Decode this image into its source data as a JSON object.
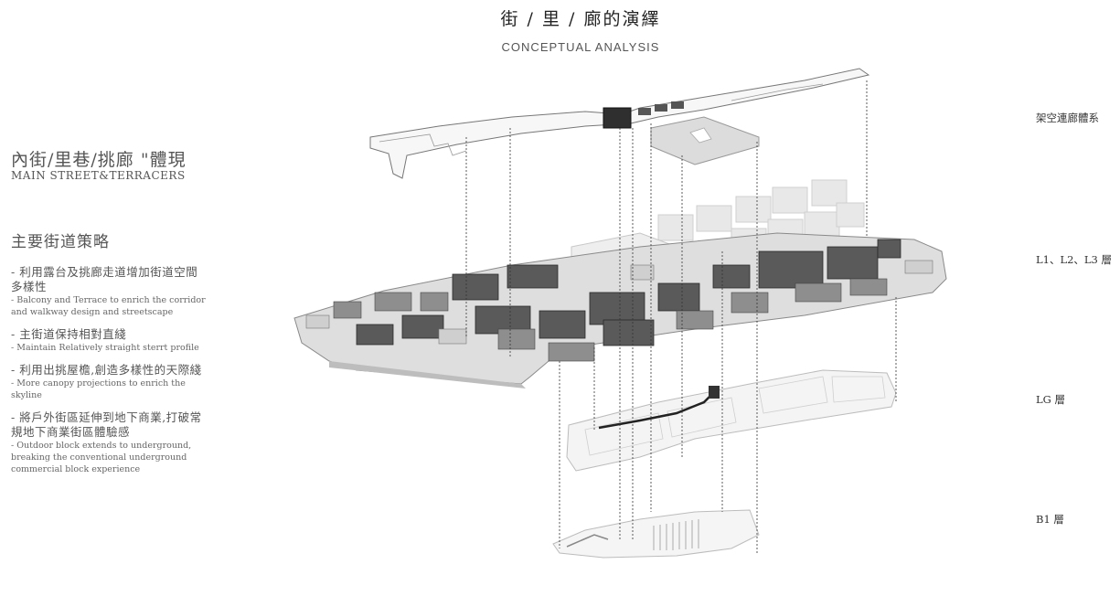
{
  "header": {
    "title": "街 / 里 / 廊的演繹",
    "subtitle": "CONCEPTUAL ANALYSIS"
  },
  "left_panel": {
    "heading_zh": "內街/里巷/挑廊 \"體現",
    "heading_en": "MAIN STREET&TERRACERS",
    "strategy_title": "主要街道策略",
    "points": [
      {
        "zh": "- 利用露台及挑廊走道增加街道空間多樣性",
        "en": "- Balcony and Terrace to enrich the corridor and walkway design and streetscape"
      },
      {
        "zh": "- 主街道保持相對直綫",
        "en": "- Maintain Relatively straight sterrt profile"
      },
      {
        "zh": "- 利用出挑屋檐,創造多樣性的天際綫",
        "en": "- More canopy projections to enrich the skyline"
      },
      {
        "zh": "- 將戶外街區延伸到地下商業,打破常規地下商業街區體驗感",
        "en": "- Outdoor block extends to underground, breaking the conventional underground commercial block experience"
      }
    ]
  },
  "layers": {
    "bridge": "架空連廊體系",
    "upper": "L1、L2、L3 層",
    "lg": "LG 層",
    "b1": "B1 層"
  }
}
